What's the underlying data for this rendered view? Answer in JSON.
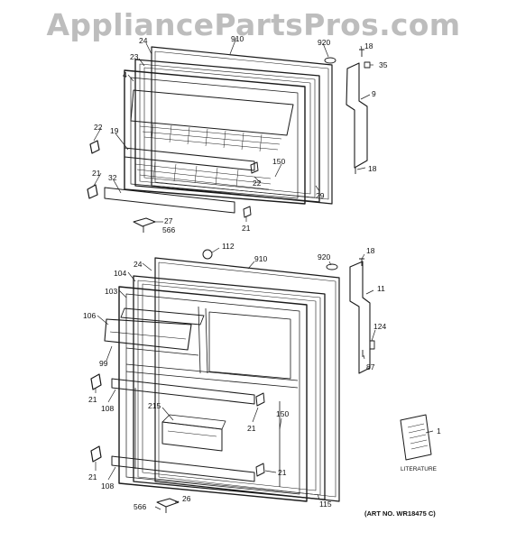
{
  "watermark": "AppliancePartsPros.com",
  "art_number": "(ART NO. WR18475 C)",
  "literature_label": "LITERATURE",
  "upper_door": {
    "labels": [
      {
        "id": "u-910",
        "text": "910"
      },
      {
        "id": "u-920",
        "text": "920"
      },
      {
        "id": "u-18a",
        "text": "18"
      },
      {
        "id": "u-35",
        "text": "35"
      },
      {
        "id": "u-9",
        "text": "9"
      },
      {
        "id": "u-18b",
        "text": "18"
      },
      {
        "id": "u-24",
        "text": "24"
      },
      {
        "id": "u-23",
        "text": "23"
      },
      {
        "id": "u-4",
        "text": "4"
      },
      {
        "id": "u-22a",
        "text": "22"
      },
      {
        "id": "u-19",
        "text": "19"
      },
      {
        "id": "u-150",
        "text": "150"
      },
      {
        "id": "u-22b",
        "text": "22"
      },
      {
        "id": "u-29",
        "text": "29"
      },
      {
        "id": "u-21a",
        "text": "21"
      },
      {
        "id": "u-32",
        "text": "32"
      },
      {
        "id": "u-27",
        "text": "27"
      },
      {
        "id": "u-566",
        "text": "566"
      },
      {
        "id": "u-21b",
        "text": "21"
      }
    ]
  },
  "lower_door": {
    "labels": [
      {
        "id": "l-112",
        "text": "112"
      },
      {
        "id": "l-910",
        "text": "910"
      },
      {
        "id": "l-920",
        "text": "920"
      },
      {
        "id": "l-18",
        "text": "18"
      },
      {
        "id": "l-24",
        "text": "24"
      },
      {
        "id": "l-104",
        "text": "104"
      },
      {
        "id": "l-103",
        "text": "103"
      },
      {
        "id": "l-11",
        "text": "11"
      },
      {
        "id": "l-106",
        "text": "106"
      },
      {
        "id": "l-124",
        "text": "124"
      },
      {
        "id": "l-99",
        "text": "99"
      },
      {
        "id": "l-87",
        "text": "87"
      },
      {
        "id": "l-21a",
        "text": "21"
      },
      {
        "id": "l-108a",
        "text": "108"
      },
      {
        "id": "l-215",
        "text": "215"
      },
      {
        "id": "l-21b",
        "text": "21"
      },
      {
        "id": "l-150",
        "text": "150"
      },
      {
        "id": "l-1",
        "text": "1"
      },
      {
        "id": "l-21c",
        "text": "21"
      },
      {
        "id": "l-108b",
        "text": "108"
      },
      {
        "id": "l-21d",
        "text": "21"
      },
      {
        "id": "l-26",
        "text": "26"
      },
      {
        "id": "l-566",
        "text": "566"
      },
      {
        "id": "l-115",
        "text": "115"
      }
    ]
  }
}
